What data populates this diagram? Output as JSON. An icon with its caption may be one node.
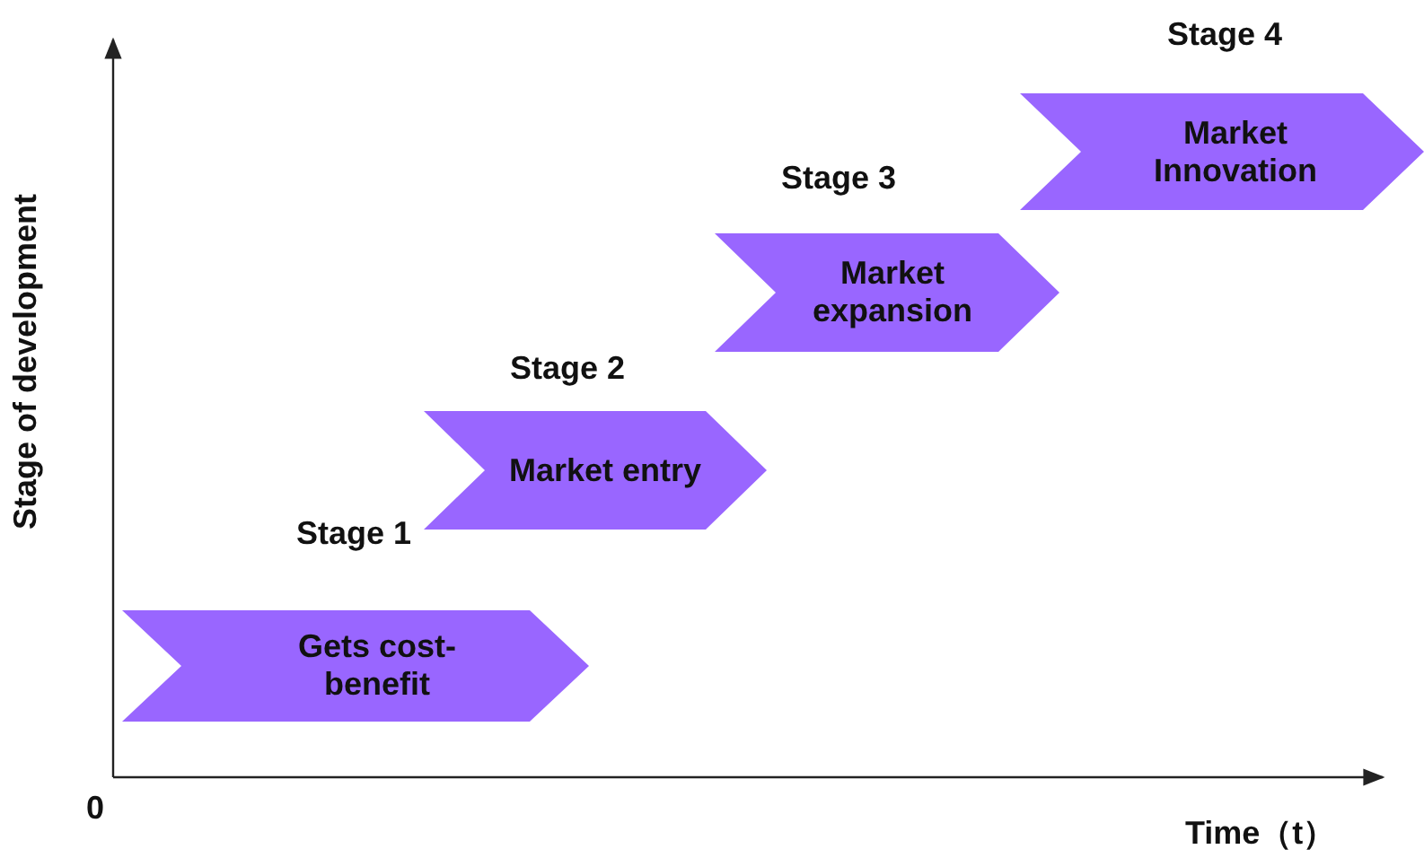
{
  "diagram": {
    "nodes": [
      {
        "text": [
          "Gets cost-benefit"
        ]
      },
      {
        "text": [
          "Market entry"
        ],
        "beside": [
          "Stage 2"
        ]
      },
      {
        "text": [
          "Market expansion"
        ],
        "beside": [
          "Stage 3"
        ]
      },
      {
        "text": [
          "Market Innovation"
        ],
        "beside": [
          "Stage 4"
        ]
      }
    ],
    "labels": [
      "Stage 1",
      "Stage of development",
      "0",
      "Time（t）"
    ]
  }
}
